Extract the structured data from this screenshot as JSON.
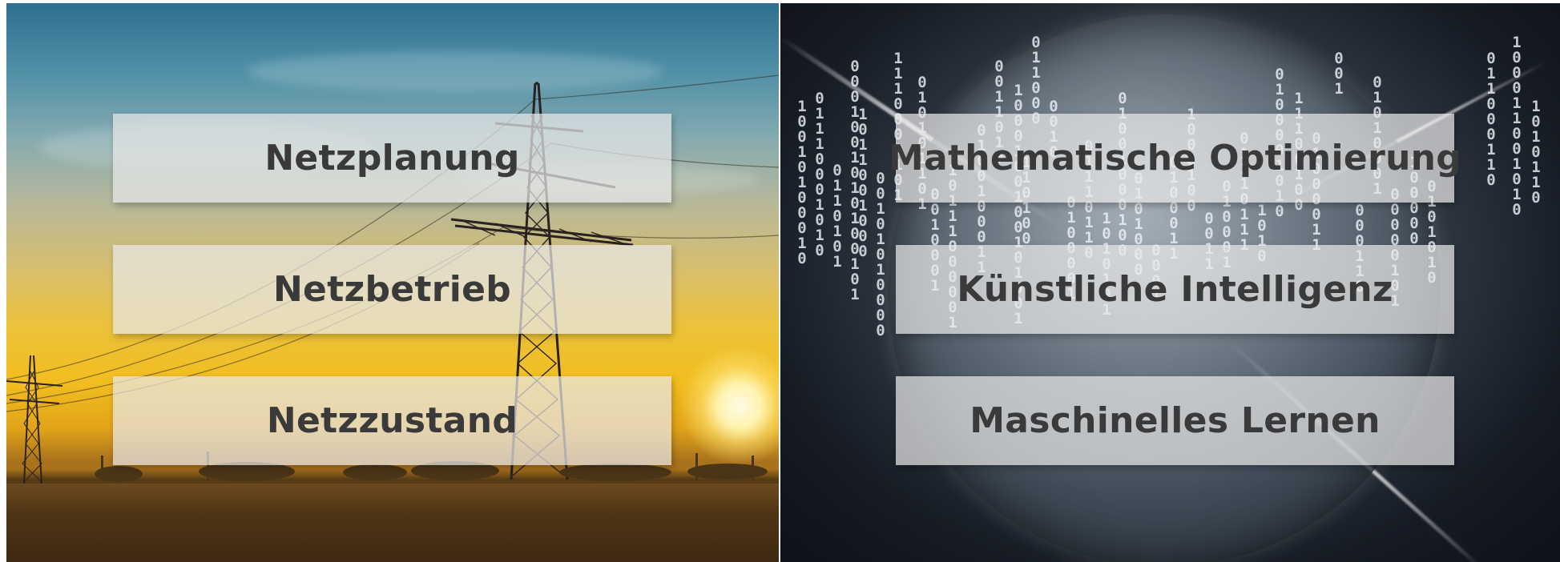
{
  "left_panel": {
    "labels": [
      "Netzplanung",
      "Netzbetrieb",
      "Netzzustand"
    ]
  },
  "right_panel": {
    "labels": [
      "Mathematische Optimierung",
      "Künstliche Intelligenz",
      "Maschinelles Lernen"
    ],
    "binary_columns": [
      "10010100010",
      "01110001010",
      "0110101",
      "0001001010100101",
      "1011001000",
      "00101010000",
      "1110000101",
      "010101101",
      "0010001",
      "10111000001",
      "0100100011",
      "0011010",
      "1000100100101001",
      "110100",
      "011000",
      "0010",
      "0100001",
      "01110110",
      "1010101",
      "01001000100",
      "0101000",
      "0001",
      "0100011",
      "1000100",
      "0011",
      "010001",
      "01110111",
      "1010",
      "0100001010",
      "11100100",
      "01000011",
      "001",
      "000110",
      "01010001",
      "00000101",
      "100000",
      "0101010",
      "011000110",
      "100011001010",
      "1010110"
    ]
  },
  "colors": {
    "label_text": "#3a3a3a",
    "label_background": "#e8e8e8"
  }
}
